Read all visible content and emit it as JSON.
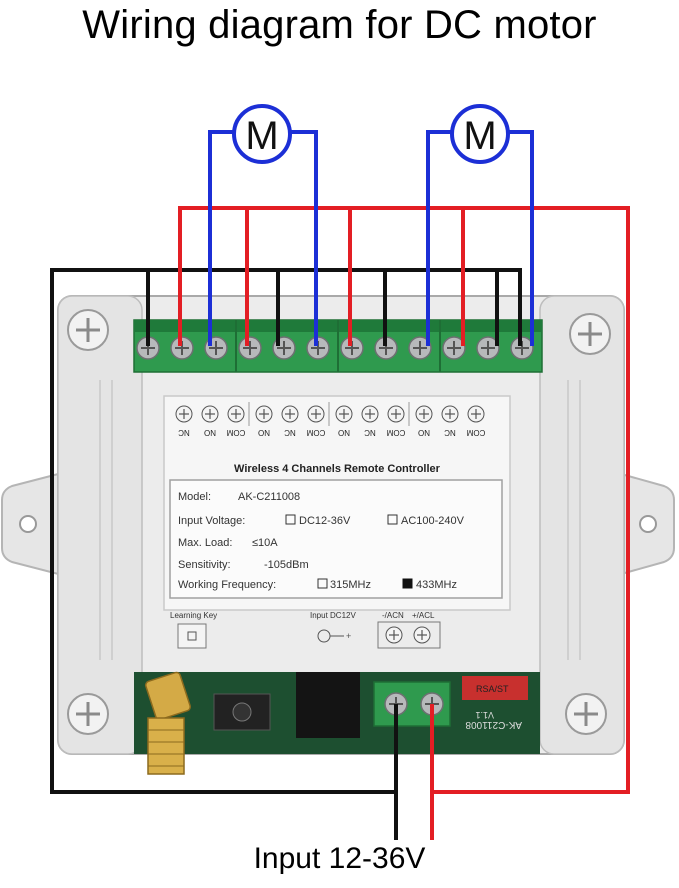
{
  "title": "Wiring diagram for DC motor",
  "footer": "Input 12-36V",
  "motors": [
    {
      "label": "M"
    },
    {
      "label": "M"
    }
  ],
  "device": {
    "header": "Wireless 4 Channels Remote Controller",
    "model_label": "Model:",
    "model_value": "AK-C211008",
    "input_voltage_label": "Input Voltage:",
    "input_voltage_option_dc": "DC12-36V",
    "input_voltage_option_ac": "AC100-240V",
    "max_load_label": "Max. Load:",
    "max_load_value": "≤10A",
    "sensitivity_label": "Sensitivity:",
    "sensitivity_value": "-105dBm",
    "frequency_label": "Working Frequency:",
    "frequency_option_1": "315MHz",
    "frequency_option_2": "433MHz",
    "terminal_labels": [
      "NC",
      "NO",
      "COM",
      "NO",
      "NC",
      "COM",
      "NO",
      "NC",
      "COM",
      "NO",
      "NC",
      "COM"
    ],
    "learning_key_label": "Learning Key",
    "input_jack_label": "Input DC12V",
    "acn_label": "-/ACN",
    "acl_label": "+/ACL",
    "pcb_text": "AK-C211008",
    "pcb_version": "V1.1",
    "relay_text": "RSA/ST"
  },
  "colors": {
    "red_wire": "#e31e24",
    "blue_wire": "#1c2fd6",
    "black_wire": "#111111",
    "case": "#e9e9e9",
    "terminal_block": "#2f9a4e"
  }
}
